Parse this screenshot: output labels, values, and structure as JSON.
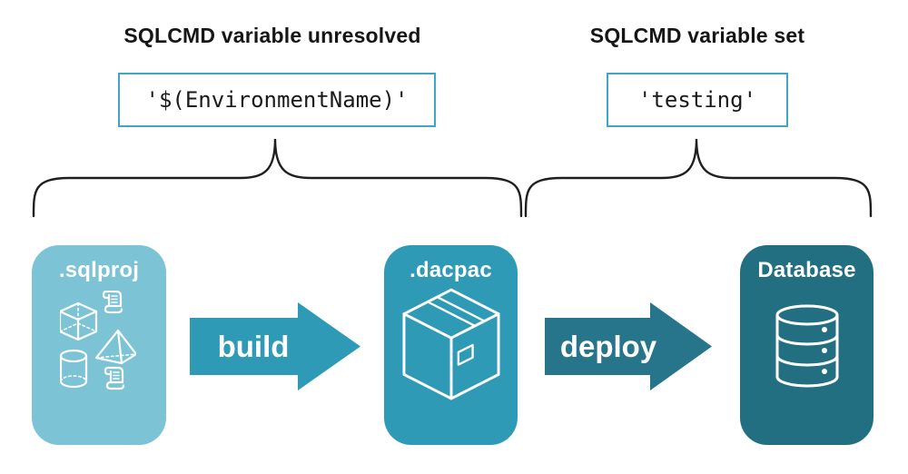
{
  "annotations": {
    "left": {
      "heading": "SQLCMD variable unresolved",
      "code": "'$(EnvironmentName)'"
    },
    "right": {
      "heading": "SQLCMD variable set",
      "code": "'testing'"
    }
  },
  "pipeline": {
    "source": {
      "label": ".sqlproj",
      "color": "#7cc3d6",
      "icon": "sql-project-objects-icon"
    },
    "build": {
      "label": "build",
      "color": "#2e9ab5"
    },
    "artifact": {
      "label": ".dacpac",
      "color": "#2e9ab5",
      "icon": "package-box-icon"
    },
    "deploy": {
      "label": "deploy",
      "color": "#26758a"
    },
    "target": {
      "label": "Database",
      "color": "#236f82",
      "icon": "database-cylinder-icon"
    }
  },
  "colors": {
    "background": "#ffffff",
    "heading_text": "#161616",
    "code_box_border": "#41a5c4",
    "brace_stroke": "#1f1f1f",
    "icon_stroke": "#ffffff"
  }
}
